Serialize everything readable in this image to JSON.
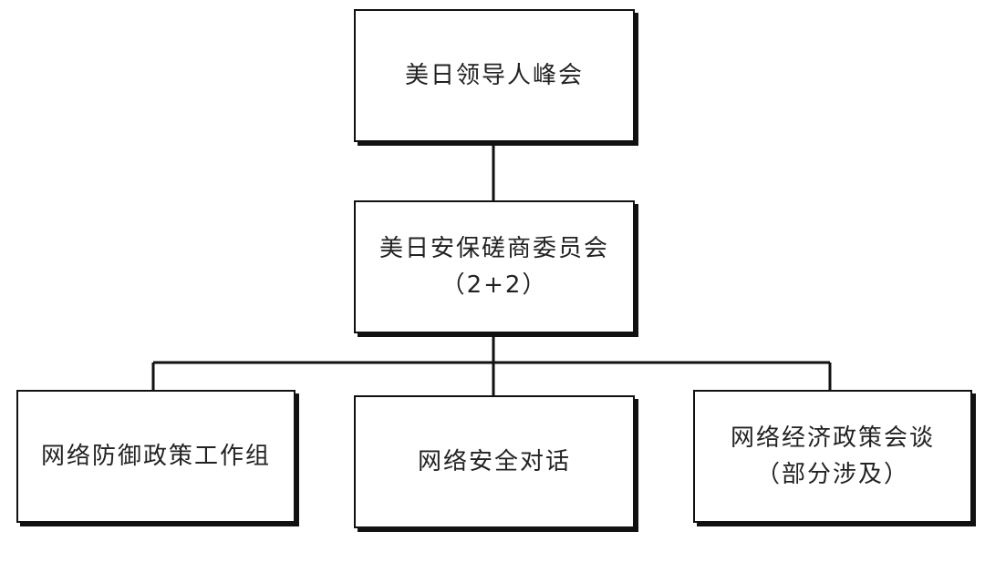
{
  "nodes": {
    "summit": {
      "label": "美日领导人峰会"
    },
    "committee": {
      "label": "美日安保磋商委员会",
      "sublabel": "（2+2）"
    },
    "cyber_defense": {
      "label": "网络防御政策工作组"
    },
    "cyber_dialogue": {
      "label": "网络安全对话"
    },
    "economic_talks": {
      "label": "网络经济政策会谈",
      "sublabel": "（部分涉及）"
    }
  },
  "edges": [
    {
      "from": "summit",
      "to": "committee"
    },
    {
      "from": "committee",
      "to": "cyber_defense"
    },
    {
      "from": "committee",
      "to": "cyber_dialogue"
    },
    {
      "from": "committee",
      "to": "economic_talks"
    }
  ]
}
